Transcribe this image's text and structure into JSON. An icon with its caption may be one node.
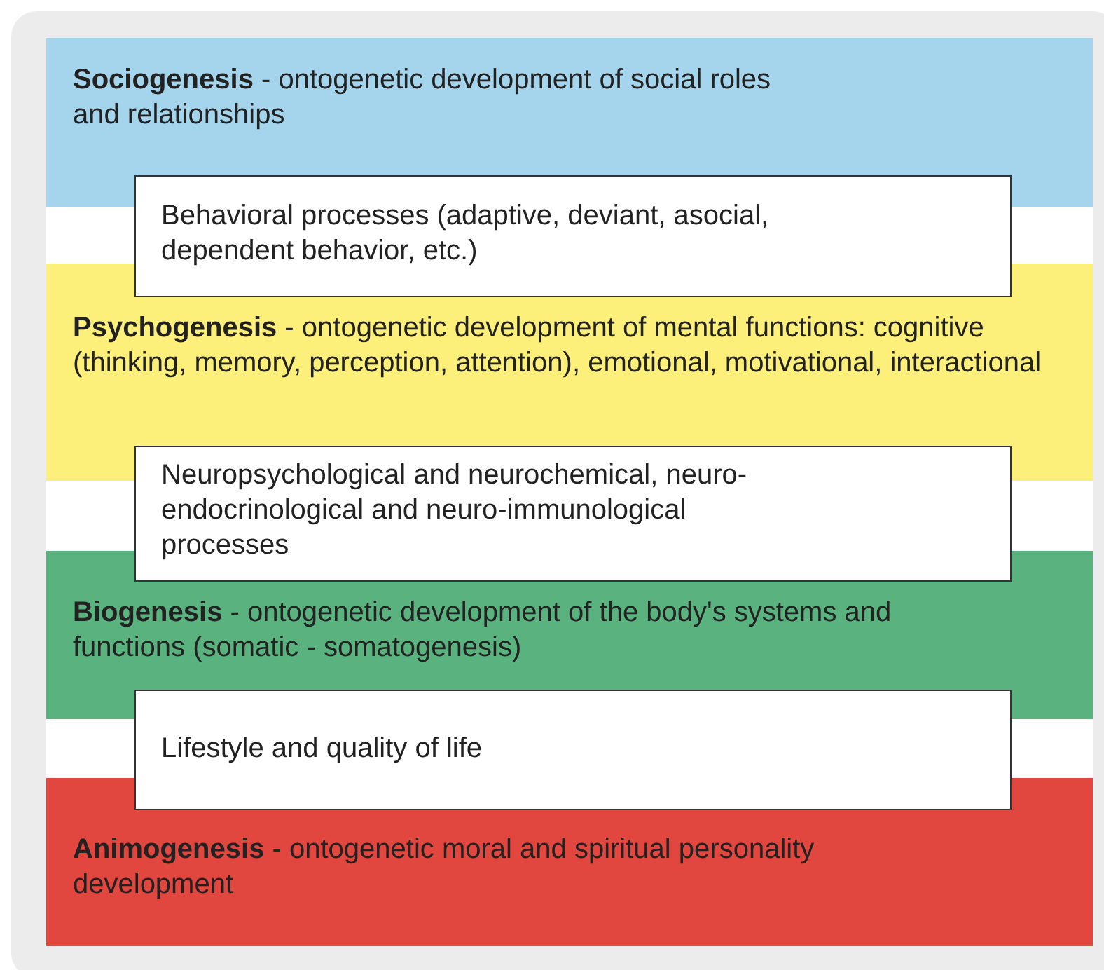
{
  "diagram": {
    "nodes": [
      {
        "text": [
          "**Sociogenesis** - ontogenetic development of social roles and relationships"
        ]
      },
      {
        "text": [
          "Behavioral processes (adaptive, deviant, asocial, dependent behavior, etc.)"
        ]
      },
      {
        "text": [
          "**Psychogenesis** - ontogenetic development of mental functions: cognitive (thinking, memory, perception, attention), emotional, motivational, interactional"
        ]
      },
      {
        "text": [
          "Neuropsychological and neurochemical, neuro-endocrinological and neuro-immunological processes"
        ]
      },
      {
        "text": [
          "**Biogenesis** - ontogenetic development of the body's systems and functions (somatic - somatogenesis)"
        ]
      },
      {
        "text": [
          "Lifestyle and quality of life"
        ]
      },
      {
        "text": [
          "**Animogenesis** - ontogenetic moral and spiritual personality development"
        ]
      }
    ]
  }
}
